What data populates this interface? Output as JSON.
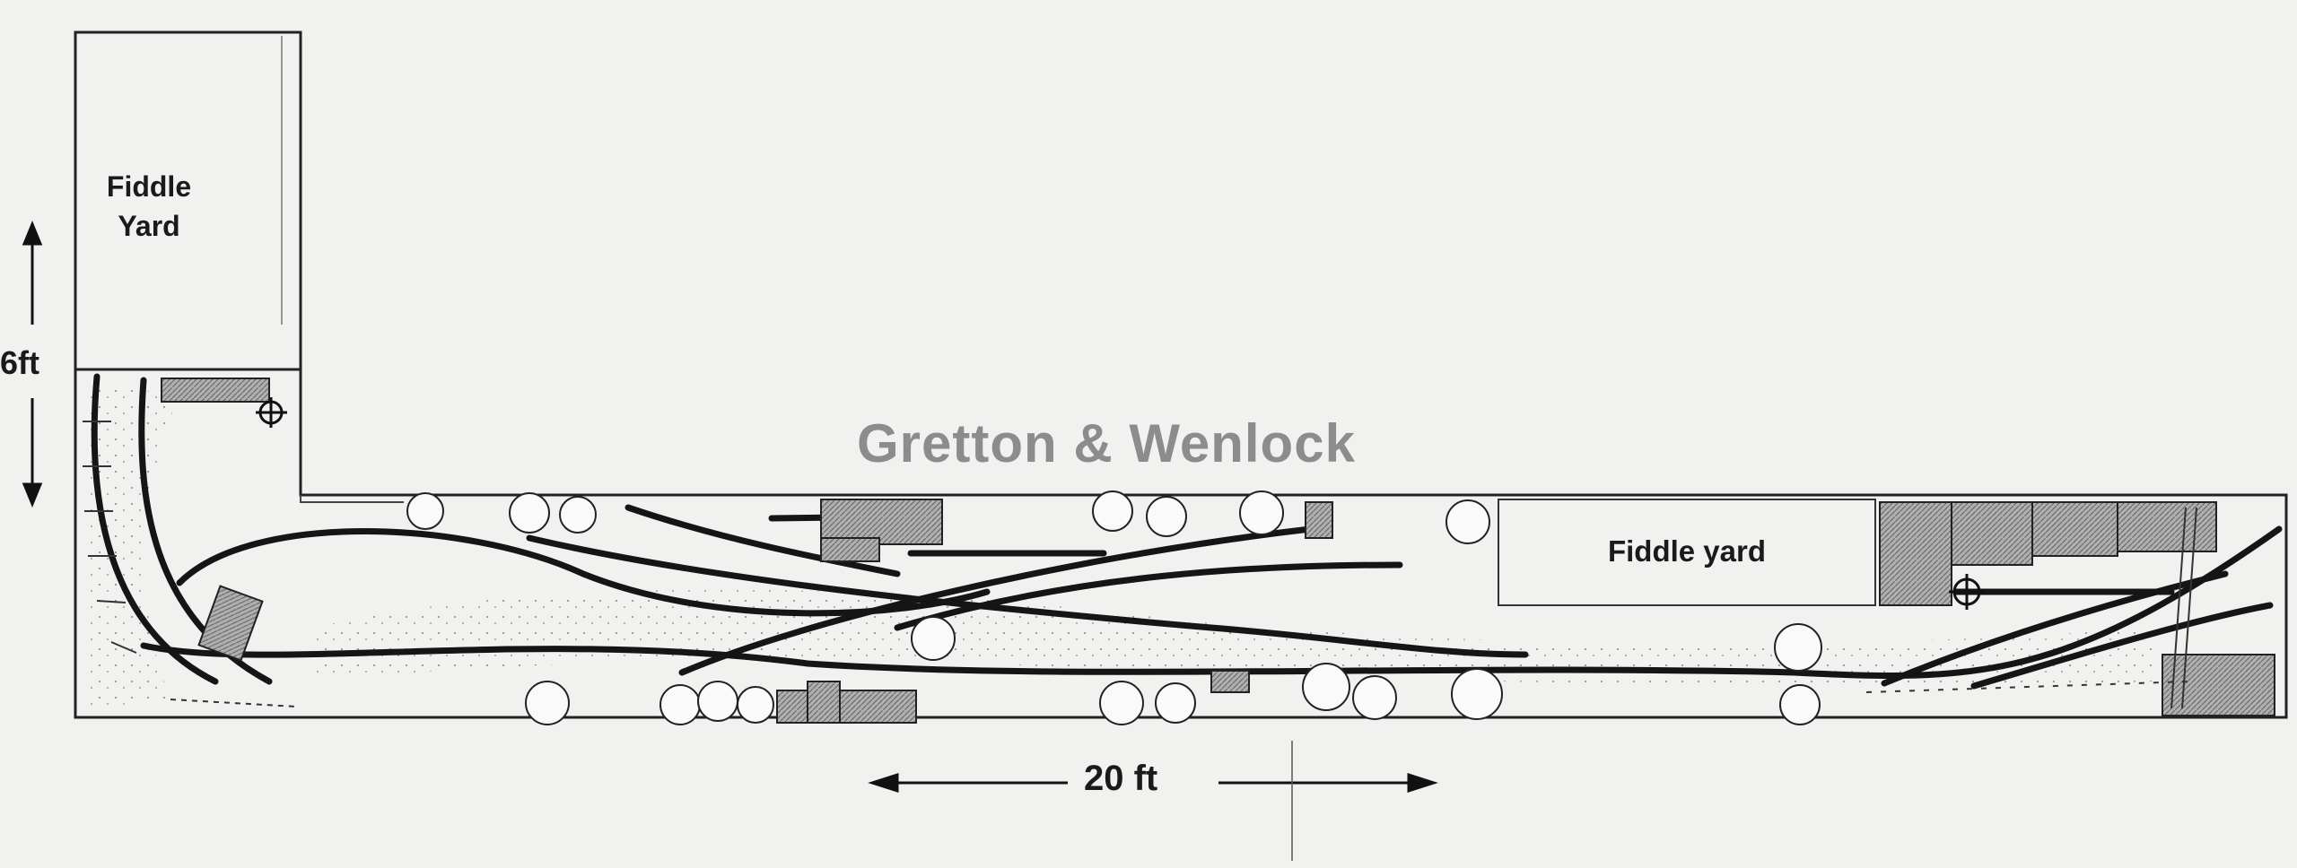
{
  "labels": {
    "fiddle_yard_left_line1": "Fiddle",
    "fiddle_yard_left_line2": "Yard",
    "title": "Gretton & Wenlock",
    "fiddle_yard_right": "Fiddle yard",
    "height_dim": "6ft",
    "length_dim": "20 ft"
  },
  "colors": {
    "paper": "#f1f1ef",
    "ink": "#1a1a1a",
    "title": "#8c8c8c",
    "building_shade": "#a8a8a8"
  }
}
